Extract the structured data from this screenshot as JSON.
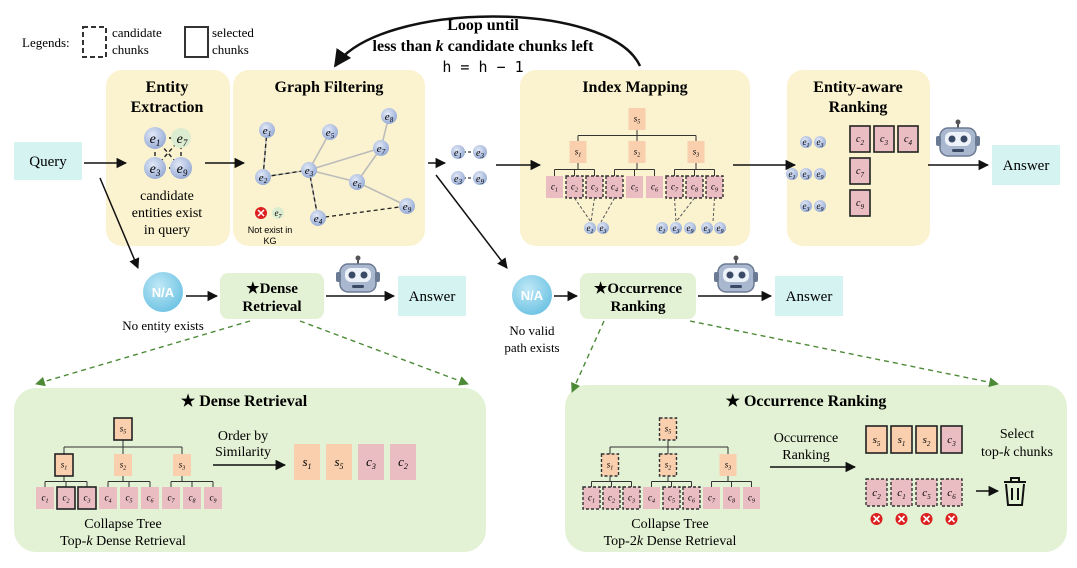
{
  "legend": {
    "prefix": "Legends",
    "candidate_1": "candidate",
    "candidate_2": "chunks",
    "selected_1": "selected",
    "selected_2": "chunks"
  },
  "loop": {
    "line1": "Loop until",
    "line2_a": "less than ",
    "line2_k": "k",
    "line2_b": " candidate chunks left",
    "formula": "h = h − 1"
  },
  "query_label": "Query",
  "entity_extraction": {
    "title1": "Entity",
    "title2": "Extraction",
    "caption1": "candidate",
    "caption2": "entities exist",
    "caption3": "in query",
    "nodes": [
      "e1",
      "e7",
      "e3",
      "e9"
    ]
  },
  "graph_filtering": {
    "title": "Graph Filtering",
    "note1": "Not exist in",
    "note2": "KG",
    "nodes": [
      "e1",
      "e5",
      "e8",
      "e7",
      "e2",
      "e3",
      "e6",
      "e4",
      "e9"
    ],
    "excluded_node": "e7"
  },
  "paths": [
    "e1",
    "e3",
    "e3",
    "e9"
  ],
  "index_mapping": {
    "title": "Index Mapping",
    "root": "s5",
    "mid": [
      "s1",
      "s2",
      "s3"
    ],
    "leaves": [
      "c1",
      "c2",
      "c3",
      "c4",
      "c5",
      "c6",
      "c7",
      "c8",
      "c9"
    ],
    "entity_groups": [
      [
        "e1",
        "e3"
      ],
      [
        "e1",
        "e3",
        "e9"
      ],
      [
        "e3",
        "e9"
      ]
    ]
  },
  "entity_ranking": {
    "title1": "Entity-aware",
    "title2": "Ranking",
    "rows": [
      {
        "entities": [
          "e1",
          "e3"
        ],
        "chunks": [
          "c2",
          "c3",
          "c4"
        ]
      },
      {
        "entities": [
          "e1",
          "e3",
          "e9"
        ],
        "chunks": [
          "c7"
        ]
      },
      {
        "entities": [
          "e3",
          "e9"
        ],
        "chunks": [
          "c9"
        ]
      }
    ]
  },
  "answers": [
    "Answer",
    "Answer",
    "Answer"
  ],
  "na_label": "N/A",
  "no_entity": "No entity exists",
  "no_path1": "No valid",
  "no_path2": "path exists",
  "dense_retrieval_small": {
    "star": "★",
    "line1": "Dense",
    "line2": "Retrieval"
  },
  "occurrence_small": {
    "star": "★",
    "line1": "Occurrence",
    "line2": "Ranking"
  },
  "dense_panel": {
    "title": "★ Dense Retrieval",
    "order_label1": "Order by",
    "order_label2": "Similarity",
    "tree_root": "s5",
    "tree_mid": [
      "s1",
      "s2",
      "s3"
    ],
    "tree_leaves": [
      "c1",
      "c2",
      "c3",
      "c4",
      "c5",
      "c6",
      "c7",
      "c8",
      "c9"
    ],
    "result": [
      "s1",
      "s5",
      "c3",
      "c2"
    ],
    "caption1": "Collapse Tree",
    "caption2_a": "Top-",
    "caption2_k": "k",
    "caption2_b": " Dense Retrieval"
  },
  "occurrence_panel": {
    "title": "★ Occurrence Ranking",
    "rank_label1": "Occurrence",
    "rank_label2": "Ranking",
    "tree_root": "s5",
    "tree_mid": [
      "s1",
      "s2",
      "s3"
    ],
    "tree_leaves": [
      "c1",
      "c2",
      "c3",
      "c4",
      "c5",
      "c6",
      "c7",
      "c8",
      "c9"
    ],
    "selected": [
      "s5",
      "s1",
      "s2",
      "c3"
    ],
    "dropped": [
      "c2",
      "c1",
      "c5",
      "c6"
    ],
    "select_label1": "Select",
    "select_label2_a": "top-",
    "select_label2_k": "k",
    "select_label2_b": " chunks",
    "caption1": "Collapse Tree",
    "caption2_a": "Top-2",
    "caption2_k": "k",
    "caption2_b": " Dense Retrieval"
  },
  "colors": {
    "yellow_panel": "#fbf3cf",
    "green_panel": "#e3f1d4",
    "cyan_box": "#d4f3f1",
    "s_node": "#f9cfae",
    "c_node": "#eabdc3",
    "entity": "#b9c8e6",
    "na_circle": "#8fd3ec",
    "red_x": "#dc1f1f",
    "green_dash": "#4d8a37"
  }
}
